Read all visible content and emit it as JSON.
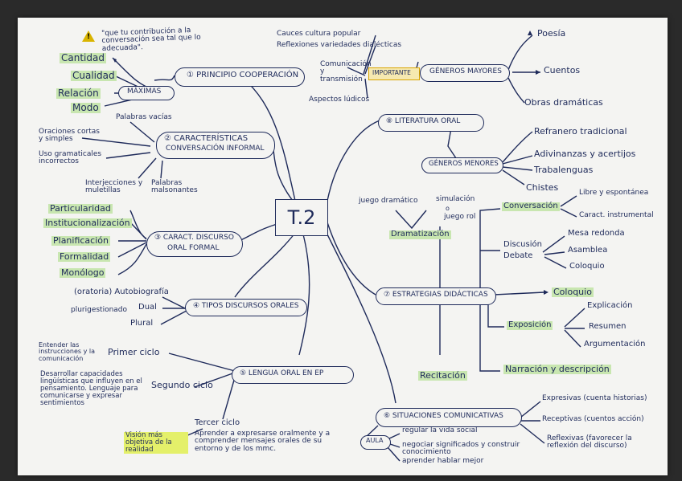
{
  "center": "T.2",
  "note": "\"que tu contribución a la conversación sea tal que lo adecuada\".",
  "branch1": {
    "title": "① PRINCIPIO COOPERACIÓN",
    "maximas": "MÁXIMAS",
    "items": [
      "Cantidad",
      "Cualidad",
      "Relación",
      "Modo"
    ]
  },
  "branch2": {
    "title_line1": "② CARACTERÍSTICAS",
    "title_line2": "CONVERSACIÓN INFORMAL",
    "items": [
      "Palabras vacías",
      "Oraciones cortas y simples",
      "Uso gramaticales incorrectos",
      "Interjecciones y muletillas",
      "Palabras malsonantes"
    ]
  },
  "branch3": {
    "title_line1": "③ CARACT. DISCURSO",
    "title_line2": "ORAL FORMAL",
    "items": [
      "Particularidad",
      "Institucionalización",
      "Planificación",
      "Formalidad",
      "Monólogo"
    ]
  },
  "branch4": {
    "title": "④ TIPOS DISCURSOS ORALES",
    "items": [
      "(oratoria) Autobiografía",
      "Dual",
      "Plural",
      "plurigestionado"
    ]
  },
  "branch5": {
    "title": "⑤ LENGUA ORAL EN EP",
    "primer": "Primer ciclo",
    "primer_desc": "Entender las instrucciones y la comunicación",
    "segundo": "Segundo ciclo",
    "segundo_desc": "Desarrollar capacidades lingüísticas que influyen en el pensamiento. Lenguaje para comunicarse y expresar sentimientos",
    "tercer": "Tercer ciclo",
    "tercer_desc": "Aprender a expresarse oralmente y a comprender mensajes orales de su entorno y de los mmc.",
    "vision": "Visión más objetiva de la realidad"
  },
  "branch6": {
    "title": "⑥ SITUACIONES COMUNICATIVAS",
    "aula": "AULA",
    "left": [
      "regular la vida social",
      "negociar significados y construir conocimiento",
      "aprender hablar mejor"
    ],
    "right": [
      "Expresivas (cuenta historias)",
      "Receptivas (cuentos acción)",
      "Reflexivas (favorecer la reflexión del discurso)"
    ]
  },
  "branch7": {
    "title": "⑦ ESTRATEGIAS DIDÁCTICAS",
    "dramatizacion": "Dramatización",
    "juego_dramatico": "juego dramático",
    "simulacion": "simulación",
    "juego_rol": "juego rol",
    "o": "o",
    "conversacion": "Conversación",
    "conv_items": [
      "Libre y espontánea",
      "Caract. instrumental"
    ],
    "discusion": "Discusión",
    "debate": "Debate",
    "disc_items": [
      "Mesa redonda",
      "Asamblea",
      "Coloquio"
    ],
    "coloquio": "Coloquio",
    "exposicion": "Exposición",
    "expo_items": [
      "Explicación",
      "Resumen",
      "Argumentación"
    ],
    "narracion": "Narración y descripción",
    "recitacion": "Recitación"
  },
  "branch8": {
    "title": "⑧ LITERATURA ORAL",
    "importante": "IMPORTANTE",
    "mayores": "GÉNEROS MAYORES",
    "mayores_items": [
      "Poesía",
      "Cuentos",
      "Obras dramáticas"
    ],
    "left_items": [
      "Cauces cultura popular",
      "Reflexiones variedades dialécticas",
      "Comunicación y transmisión",
      "Aspectos lúdicos"
    ],
    "menores": "GÉNEROS MENORES",
    "menores_items": [
      "Refranero tradicional",
      "Adivinanzas y acertijos",
      "Trabalenguas",
      "Chistes"
    ]
  }
}
